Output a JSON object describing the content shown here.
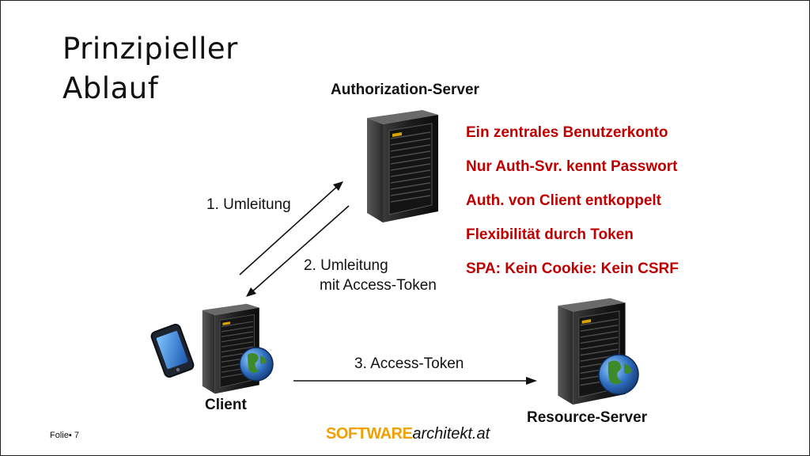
{
  "title_line1": "Prinzipieller",
  "title_line2": "Ablauf",
  "servers": {
    "authorization": "Authorization-Server",
    "client": "Client",
    "resource": "Resource-Server"
  },
  "steps": {
    "step1": "1. Umleitung",
    "step2_line1": "2. Umleitung",
    "step2_line2": "mit Access-Token",
    "step3": "3. Access-Token"
  },
  "benefits": [
    "Ein zentrales Benutzerkonto",
    "Nur Auth-Svr. kennt Passwort",
    "Auth. von Client entkoppelt",
    "Flexibilität durch Token",
    "SPA: Kein Cookie: Kein CSRF"
  ],
  "footer": {
    "folie_label": "Folie",
    "folie_number": "7",
    "brand_part1": "SOFTWARE",
    "brand_part2": "architekt.at"
  },
  "colors": {
    "accent_red": "#c00000",
    "brand_orange": "#f0a000"
  }
}
